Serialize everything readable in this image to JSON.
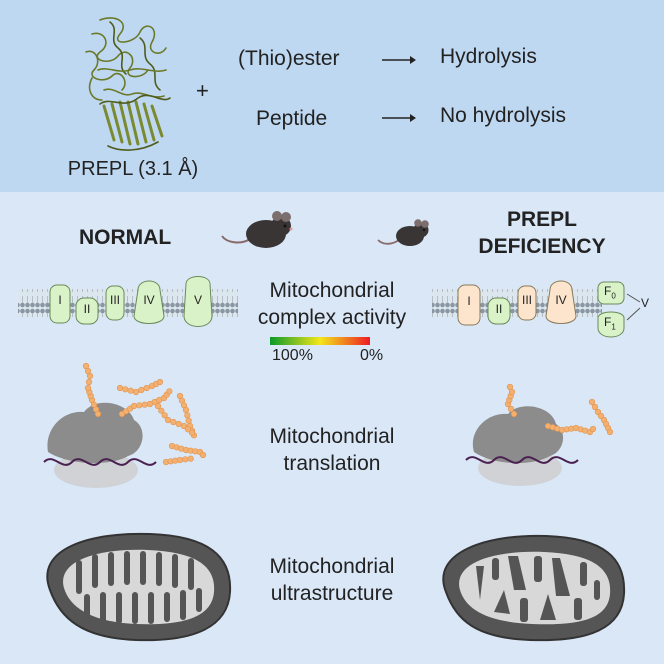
{
  "reaction": {
    "enzyme_label": "PREPL (3.1 Å)",
    "plus_sign": "+",
    "substrate_1": "(Thio)ester",
    "result_1": "Hydrolysis",
    "substrate_2": "Peptide",
    "result_2": "No hydrolysis"
  },
  "conditions": {
    "normal": "NORMAL",
    "deficiency_line1": "PREPL",
    "deficiency_line2": "DEFICIENCY"
  },
  "complex_activity": {
    "label_line1": "Mitochondrial",
    "label_line2": "complex activity",
    "scale_max": "100%",
    "scale_min": "0%",
    "normal_complexes": [
      "I",
      "II",
      "III",
      "IV",
      "V"
    ],
    "deficiency_complexes": [
      "I",
      "II",
      "III",
      "IV"
    ],
    "deficiency_f0": "F",
    "deficiency_f0_sub": "0",
    "deficiency_f1": "F",
    "deficiency_f1_sub": "1",
    "deficiency_v": "V"
  },
  "translation": {
    "label_line1": "Mitochondrial",
    "label_line2": "translation"
  },
  "ultrastructure": {
    "label_line1": "Mitochondrial",
    "label_line2": "ultrastructure"
  },
  "colors": {
    "top_panel": "#bfd8f1",
    "bottom_panel": "#d9e7f7",
    "normal_complex": "#d9f2c8",
    "deficient_complex": "#fce5cc",
    "peptide_bead": "#f4b071",
    "mrna": "#4a2050",
    "mitochondrion": "#5e5e5e"
  }
}
